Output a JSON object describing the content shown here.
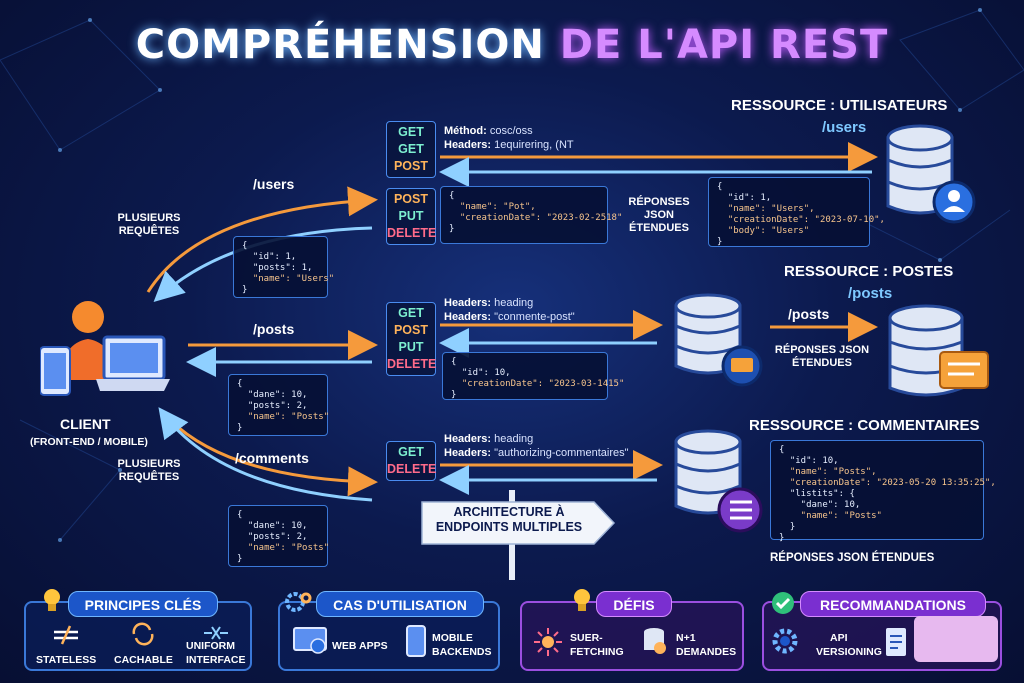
{
  "title": {
    "part1": "COMPRÉHENSION",
    "part2": "DE L'API REST"
  },
  "client": {
    "label": "CLIENT",
    "sub": "(FRONT-END / MOBILE)"
  },
  "multi_requests_top": [
    "PLUSIEURS",
    "REQUÊTES"
  ],
  "multi_requests_bottom": [
    "PLUSIEURS",
    "REQUÊTES"
  ],
  "endpoints": {
    "users": "/users",
    "posts": "/posts",
    "comments": "/comments",
    "posts_right": "/posts"
  },
  "users_block": {
    "methods_top": [
      "GET",
      "GET",
      "POST"
    ],
    "methods_bottom": [
      "POST",
      "PUT",
      "DELETE"
    ],
    "header_line1": {
      "label": "Méthod:",
      "value": "cosc/oss"
    },
    "header_line2": {
      "label": "Headers:",
      "value": "1equirering, (NT"
    },
    "request_json": [
      "{",
      "  \"name\": \"Pot\",",
      "  \"creationDate\": \"2023-02-2518\"",
      "}"
    ],
    "response_label": [
      "RÉPONSES JSON",
      "ÉTENDUES"
    ],
    "client_json": [
      "{",
      "  \"id\": 1,",
      "  \"posts\": 1,",
      "  \"name\": \"Users\"",
      "}"
    ]
  },
  "posts_block": {
    "methods": [
      "GET",
      "POST",
      "PUT",
      "DELETE"
    ],
    "header_line1": {
      "label": "Headers:",
      "value": "heading"
    },
    "header_line2": {
      "label": "Headers:",
      "value": "\"conmente-post\""
    },
    "request_json": [
      "{",
      "  \"id\": 10,",
      "  \"creationDate\": \"2023-03-1415\"",
      "}"
    ],
    "response_label": [
      "RÉPONSES JSON",
      "ÉTENDUES"
    ],
    "client_json": [
      "{",
      "  \"dane\": 10,",
      "  \"posts\": 2,",
      "  \"name\": \"Posts\"",
      "}"
    ]
  },
  "comments_block": {
    "methods": [
      "GET",
      "DELETE"
    ],
    "header_line1": {
      "label": "Headers:",
      "value": "heading"
    },
    "header_line2": {
      "label": "Headers:",
      "value": "\"authorizing-commentaires\""
    },
    "client_json": [
      "{",
      "  \"dane\": 10,",
      "  \"posts\": 2,",
      "  \"name\": \"Posts\"",
      "}"
    ]
  },
  "architecture_label": [
    "ARCHITECTURE À",
    "ENDPOINTS MULTIPLES"
  ],
  "resources": {
    "users": {
      "title": "RESSOURCE : UTILISATEURS",
      "ep": "/users",
      "json": [
        "{",
        "  \"id\": 1,",
        "  \"name\": \"Users\",",
        "  \"creationDate\": \"2023-07-10\",",
        "  \"body\": \"Users\"",
        "}"
      ]
    },
    "posts": {
      "title": "RESSOURCE : POSTES",
      "ep": "/posts"
    },
    "comments": {
      "title": "RESSOURCE : COMMENTAIRES",
      "json": [
        "{",
        "  \"id\": 10,",
        "  \"name\": \"Posts\",",
        "  \"creationDate\": \"2023-05-20 13:35:25\",",
        "  \"listits\": {",
        "    \"dane\": 10,",
        "    \"name\": \"Posts\"",
        "  }",
        "}"
      ],
      "response_label": "RÉPONSES JSON ÉTENDUES"
    }
  },
  "panels": {
    "principes": {
      "title": "PRINCIPES CLÉS",
      "items": [
        "STATELESS",
        "CACHABLE",
        "UNIFORM",
        "INTERFACE"
      ]
    },
    "cas": {
      "title": "CAS D'UTILISATION",
      "items": [
        "WEB APPS",
        "MOBILE",
        "BACKENDS"
      ]
    },
    "defis": {
      "title": "DÉFIS",
      "items": [
        "SUER-",
        "FETCHING",
        "N+1",
        "DEMANDES"
      ]
    },
    "reco": {
      "title": "RECOMMANDATIONS",
      "items": [
        "API",
        "VERSIONING"
      ]
    }
  },
  "colors": {
    "orange": "#f59a3c",
    "blue_line": "#8fd0ff",
    "accent_purple": "#c05cff",
    "frame_blue": "#3a78d8"
  },
  "icons": [
    "person-laptop-icon",
    "phone-icon",
    "database-icon",
    "user-icon",
    "chat-icon",
    "list-icon",
    "bulb-icon",
    "gear-icon",
    "check-icon",
    "monitor-icon",
    "mobile-icon",
    "bug-icon",
    "database-small-icon",
    "doc-icon",
    "refresh-icon",
    "stateless-icon",
    "uniform-icon"
  ]
}
